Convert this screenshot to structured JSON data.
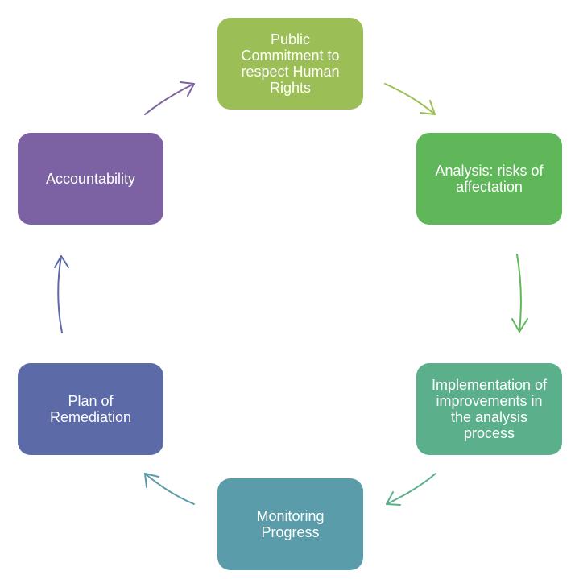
{
  "nodes": [
    {
      "label": "Public\nCommitment to\nrespect Human\nRights",
      "color": "#9cbe56"
    },
    {
      "label": "Analysis: risks of\naffectation",
      "color": "#5fb75a"
    },
    {
      "label": "Implementation of\nimprovements in\nthe analysis\nprocess",
      "color": "#5bb08b"
    },
    {
      "label": "Monitoring\nProgress",
      "color": "#5a9ca9"
    },
    {
      "label": "Plan of\nRemediation",
      "color": "#5d6aa8"
    },
    {
      "label": "Accountability",
      "color": "#7c62a2"
    }
  ],
  "arrows": [
    {
      "from": "Public Commitment to respect Human Rights",
      "to": "Analysis: risks of affectation",
      "color": "#9cbe56"
    },
    {
      "from": "Analysis: risks of affectation",
      "to": "Implementation of improvements in the analysis process",
      "color": "#5fb75a"
    },
    {
      "from": "Implementation of improvements in the analysis process",
      "to": "Monitoring Progress",
      "color": "#5bb08b"
    },
    {
      "from": "Monitoring Progress",
      "to": "Plan of Remediation",
      "color": "#5a9ca9"
    },
    {
      "from": "Plan of Remediation",
      "to": "Accountability",
      "color": "#5d6aa8"
    },
    {
      "from": "Accountability",
      "to": "Public Commitment to respect Human Rights",
      "color": "#7c62a2"
    }
  ]
}
